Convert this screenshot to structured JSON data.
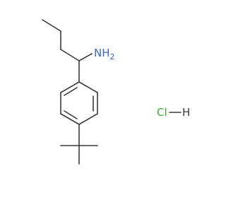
{
  "molecule": {
    "amine_label": "NH",
    "amine_subscript": "2",
    "salt_cl_label": "Cl",
    "salt_h_label": "H",
    "colors": {
      "bond": "#3a3a3a",
      "nitrogen": "#3366cc",
      "chlorine": "#33aa33"
    }
  }
}
